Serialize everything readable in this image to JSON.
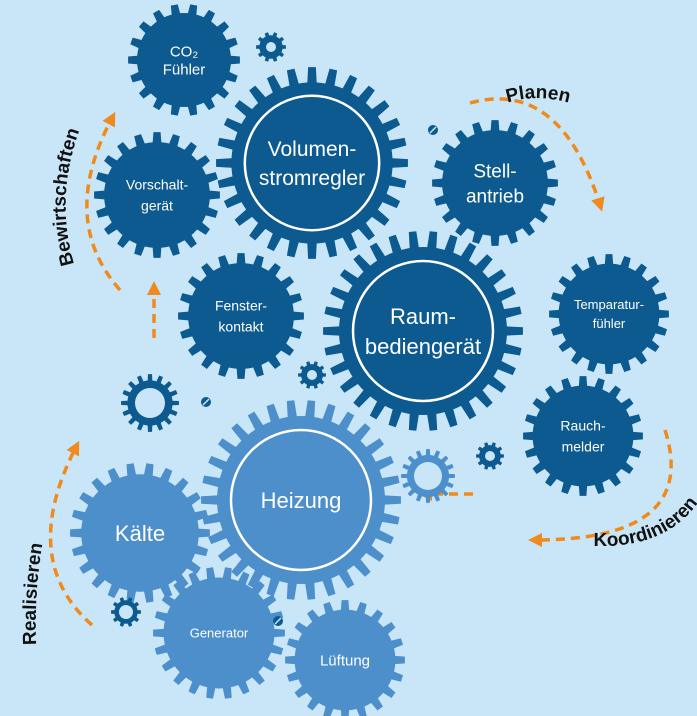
{
  "colors": {
    "background": "#c8e6f7",
    "gear_dark": "#0c5a8f",
    "gear_light": "#4d8fcb",
    "arrow": "#f08a1c",
    "ring": "#ffffff",
    "label_text": "#ffffff",
    "phase_text": "#111111"
  },
  "gears": [
    {
      "id": "co2",
      "lines": [
        "CO₂",
        "Fühler"
      ],
      "tone": "dark",
      "ring": false
    },
    {
      "id": "volumen",
      "lines": [
        "Volumen-",
        "stromregler"
      ],
      "tone": "dark",
      "ring": true
    },
    {
      "id": "vorschalt",
      "lines": [
        "Vorschalt-",
        "gerät"
      ],
      "tone": "dark",
      "ring": false
    },
    {
      "id": "stell",
      "lines": [
        "Stell-",
        "antrieb"
      ],
      "tone": "dark",
      "ring": false
    },
    {
      "id": "fenster",
      "lines": [
        "Fenster-",
        "kontakt"
      ],
      "tone": "dark",
      "ring": false
    },
    {
      "id": "raum",
      "lines": [
        "Raum-",
        "bediengerät"
      ],
      "tone": "dark",
      "ring": true
    },
    {
      "id": "temp",
      "lines": [
        "Temparatur-",
        "fühler"
      ],
      "tone": "dark",
      "ring": false
    },
    {
      "id": "rauch",
      "lines": [
        "Rauch-",
        "melder"
      ],
      "tone": "dark",
      "ring": false
    },
    {
      "id": "heizung",
      "lines": [
        "Heizung"
      ],
      "tone": "light",
      "ring": true
    },
    {
      "id": "kaelte",
      "lines": [
        "Kälte"
      ],
      "tone": "light",
      "ring": false
    },
    {
      "id": "generator",
      "lines": [
        "Generator"
      ],
      "tone": "light",
      "ring": false
    },
    {
      "id": "lueftung",
      "lines": [
        "Lüftung"
      ],
      "tone": "light",
      "ring": false
    }
  ],
  "phases": [
    {
      "id": "planen",
      "label": "Planen"
    },
    {
      "id": "koordinieren",
      "label": "Koordinieren"
    },
    {
      "id": "realisieren",
      "label": "Realisieren"
    },
    {
      "id": "bewirtschaften",
      "label": "Bewirtschaften"
    }
  ],
  "decorations": [
    {
      "id": "small-cog-top",
      "icon": "cog-icon"
    },
    {
      "id": "small-cog-mid",
      "icon": "cog-icon"
    },
    {
      "id": "small-cog-right",
      "icon": "cog-icon"
    },
    {
      "id": "ring-gear-left",
      "icon": "ring-gear-icon"
    },
    {
      "id": "ring-gear-right",
      "icon": "ring-gear-icon"
    },
    {
      "id": "ring-gear-bottom",
      "icon": "ring-gear-icon"
    },
    {
      "id": "screw-1",
      "icon": "screw-icon"
    },
    {
      "id": "screw-2",
      "icon": "screw-icon"
    },
    {
      "id": "screw-3",
      "icon": "screw-icon"
    }
  ]
}
